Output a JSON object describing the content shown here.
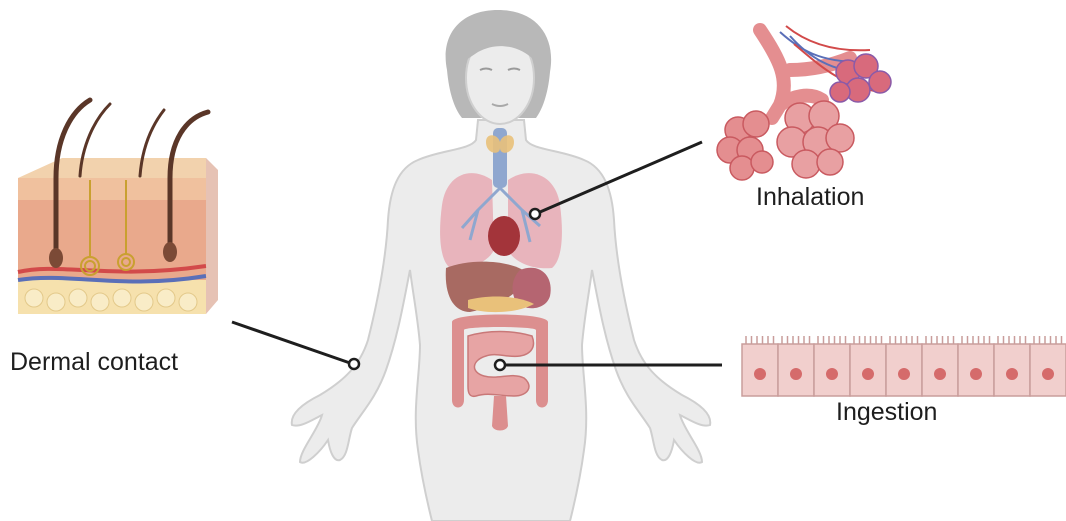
{
  "labels": {
    "dermal": "Dermal contact",
    "inhalation": "Inhalation",
    "ingestion": "Ingestion"
  },
  "colors": {
    "body_fill": "#ececec",
    "body_outline": "#cfcfcf",
    "hair": "#b8b8b8",
    "lung": "#e8b4bc",
    "lung_vessels": "#8fa7cf",
    "liver": "#a86a62",
    "intestine": "#dc8f8f",
    "heart": "#a3343a",
    "trachea": "#8fa7cf",
    "thyroid": "#e9c17a",
    "skin_top": "#f2d2ad",
    "skin_dermis": "#e9a98c",
    "fat_layer": "#f6e1ad",
    "alveoli": "#e48e90",
    "alveoli_dark": "#c95a60",
    "epithelium": "#f1cfcd",
    "epithelium_border": "#c99d9b",
    "nucleus": "#d56b6b",
    "pointer_line": "#1e1e1e"
  }
}
